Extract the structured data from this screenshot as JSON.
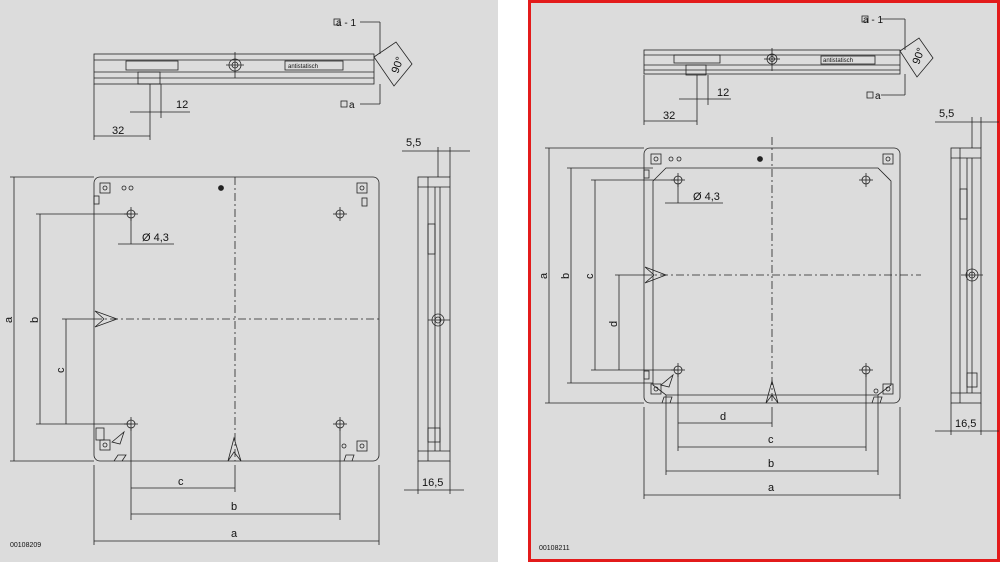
{
  "colors": {
    "panel_bg": "#dcdcdc",
    "selection_border": "#e31b1b",
    "line": "#222222"
  },
  "left_drawing": {
    "code": "00108209",
    "labels": {
      "datum_top": "a - 1",
      "datum_bottom": "a",
      "angle": "90°",
      "dim_12": "12",
      "dim_32": "32",
      "stamp": "antistatisch",
      "hole": "Ø 4,3",
      "dim_a_v": "a",
      "dim_b_v": "b",
      "dim_c_v": "c",
      "dim_c_h": "c",
      "dim_b_h": "b",
      "dim_a_h": "a",
      "dim_55": "5,5",
      "dim_165": "16,5"
    }
  },
  "right_drawing": {
    "selected": true,
    "code": "00108211",
    "labels": {
      "datum_top": "a - 1",
      "datum_bottom": "a",
      "angle": "90°",
      "dim_12": "12",
      "dim_32": "32",
      "stamp": "antistatisch",
      "hole": "Ø 4,3",
      "dim_a_v": "a",
      "dim_b_v": "b",
      "dim_c_v": "c",
      "dim_d_v": "d",
      "dim_d_h": "d",
      "dim_c_h": "c",
      "dim_b_h": "b",
      "dim_a_h": "a",
      "dim_55": "5,5",
      "dim_165": "16,5"
    }
  }
}
